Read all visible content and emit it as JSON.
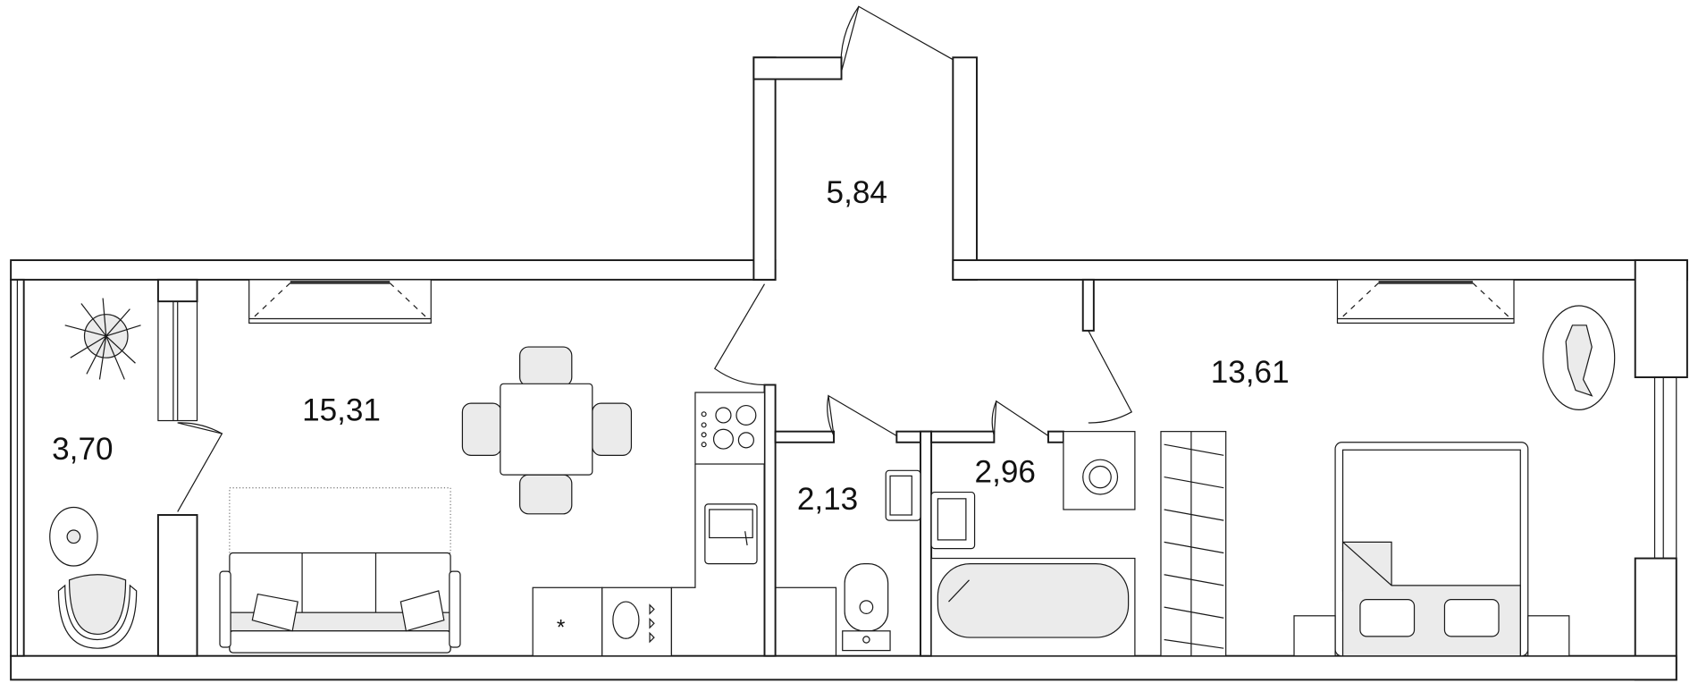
{
  "plan": {
    "rooms": [
      {
        "id": "hallway",
        "area": "5,84"
      },
      {
        "id": "living-kitchen",
        "area": "15,31"
      },
      {
        "id": "balcony",
        "area": "3,70"
      },
      {
        "id": "bathroom-small",
        "area": "2,13"
      },
      {
        "id": "bathroom-large",
        "area": "2,96"
      },
      {
        "id": "bedroom",
        "area": "13,61"
      }
    ],
    "colors": {
      "wall_stroke": "#1a1a1a",
      "furniture_fill": "#ebebeb",
      "background": "#ffffff"
    }
  }
}
